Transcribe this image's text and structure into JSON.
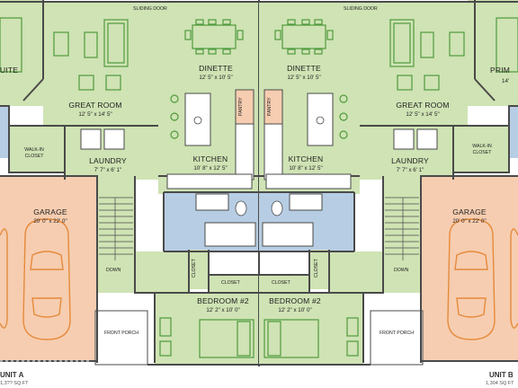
{
  "colors": {
    "living": "#cfe3b4",
    "garage": "#f6cdb0",
    "bath": "#b7cde3",
    "pantry": "#f6cdb0",
    "wall": "#4a4a4a",
    "furniture": "#4f9a3c",
    "car": "#e58a3c"
  },
  "labels": {
    "sliding_door_left": "SLIDING DOOR",
    "sliding_door_right": "SLIDING DOOR",
    "suite_left": "UITE",
    "dinette_left": "DINETTE",
    "dinette_left_dim": "12' 5\" x 10' 5\"",
    "dinette_right": "DINETTE",
    "dinette_right_dim": "12' 5\" x 10' 5\"",
    "primary_right": "PRIM",
    "primary_right_dim": "14'",
    "great_room_left": "GREAT ROOM",
    "great_room_left_dim": "12' 5\" x 14' 5\"",
    "great_room_right": "GREAT ROOM",
    "great_room_right_dim": "12' 5\" x 14' 5\"",
    "pantry_left": "PANTRY",
    "pantry_right": "PANTRY",
    "walkin_left": "WALK-IN CLOSET",
    "walkin_right": "WALK-IN CLOSET",
    "laundry_left": "LAUNDRY",
    "laundry_left_dim": "7' 7\" x 6' 1\"",
    "laundry_right": "LAUNDRY",
    "laundry_right_dim": "7' 7\" x 6' 1\"",
    "kitchen_left": "KITCHEN",
    "kitchen_left_dim": "10' 8\" x 12' 5\"",
    "kitchen_right": "KITCHEN",
    "kitchen_right_dim": "10' 8\" x 12' 5\"",
    "garage_left": "GARAGE",
    "garage_left_dim": "20' 0\" x 22' 0\"",
    "garage_right": "GARAGE",
    "garage_right_dim": "20' 0\" x 22' 0\"",
    "closet_v_left": "CLOSET",
    "closet_h_left": "CLOSET",
    "closet_v_right": "CLOSET",
    "closet_h_right": "CLOSET",
    "down_left": "DOWN",
    "down_right": "DOWN",
    "bedroom_left": "BEDROOM #2",
    "bedroom_left_dim": "12' 2\" x 10' 0\"",
    "bedroom_right": "BEDROOM #2",
    "bedroom_right_dim": "12' 2\" x 10' 0\"",
    "front_porch_left": "FRONT PORCH",
    "front_porch_right": "FRONT PORCH",
    "unit_a": "UNIT A",
    "unit_a_sqft": "1,3?? SQ FT",
    "unit_b": "UNIT B",
    "unit_b_sqft": "1,304 SQ FT"
  }
}
